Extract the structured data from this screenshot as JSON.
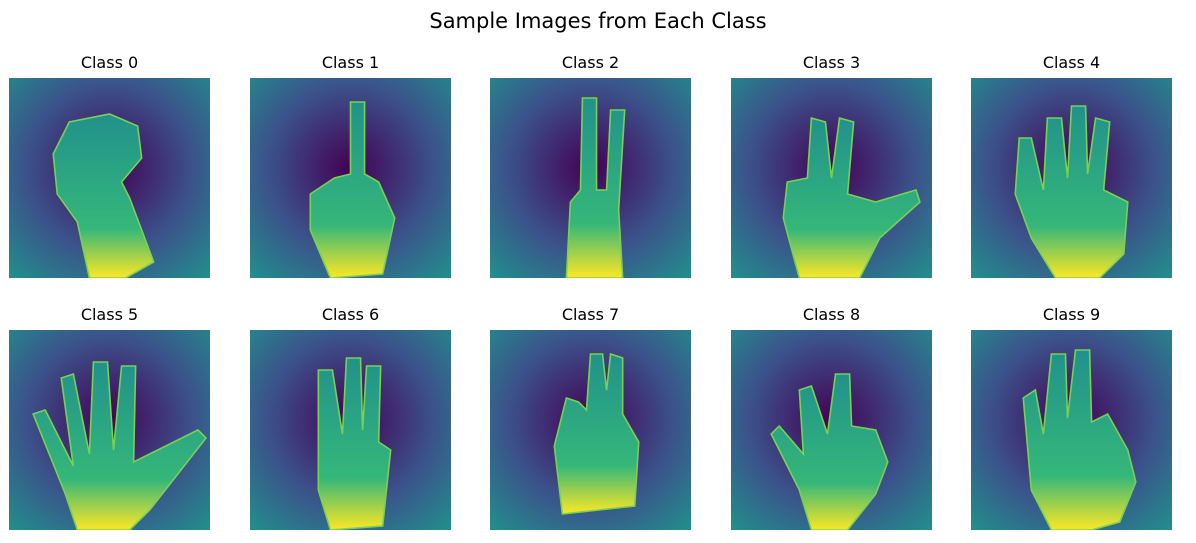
{
  "figure": {
    "title": "Sample Images from Each Class"
  },
  "panels": [
    {
      "title": "Class 0",
      "sign": "fist-o-shape"
    },
    {
      "title": "Class 1",
      "sign": "one-finger"
    },
    {
      "title": "Class 2",
      "sign": "two-fingers"
    },
    {
      "title": "Class 3",
      "sign": "three-with-thumb"
    },
    {
      "title": "Class 4",
      "sign": "four-fingers"
    },
    {
      "title": "Class 5",
      "sign": "open-hand"
    },
    {
      "title": "Class 6",
      "sign": "three-fingers"
    },
    {
      "title": "Class 7",
      "sign": "two-fingers-thumb"
    },
    {
      "title": "Class 8",
      "sign": "two-fingers-curled"
    },
    {
      "title": "Class 9",
      "sign": "ok-sign"
    }
  ],
  "colormap": {
    "low": "#440154",
    "mid": "#21918c",
    "high": "#fde725"
  }
}
